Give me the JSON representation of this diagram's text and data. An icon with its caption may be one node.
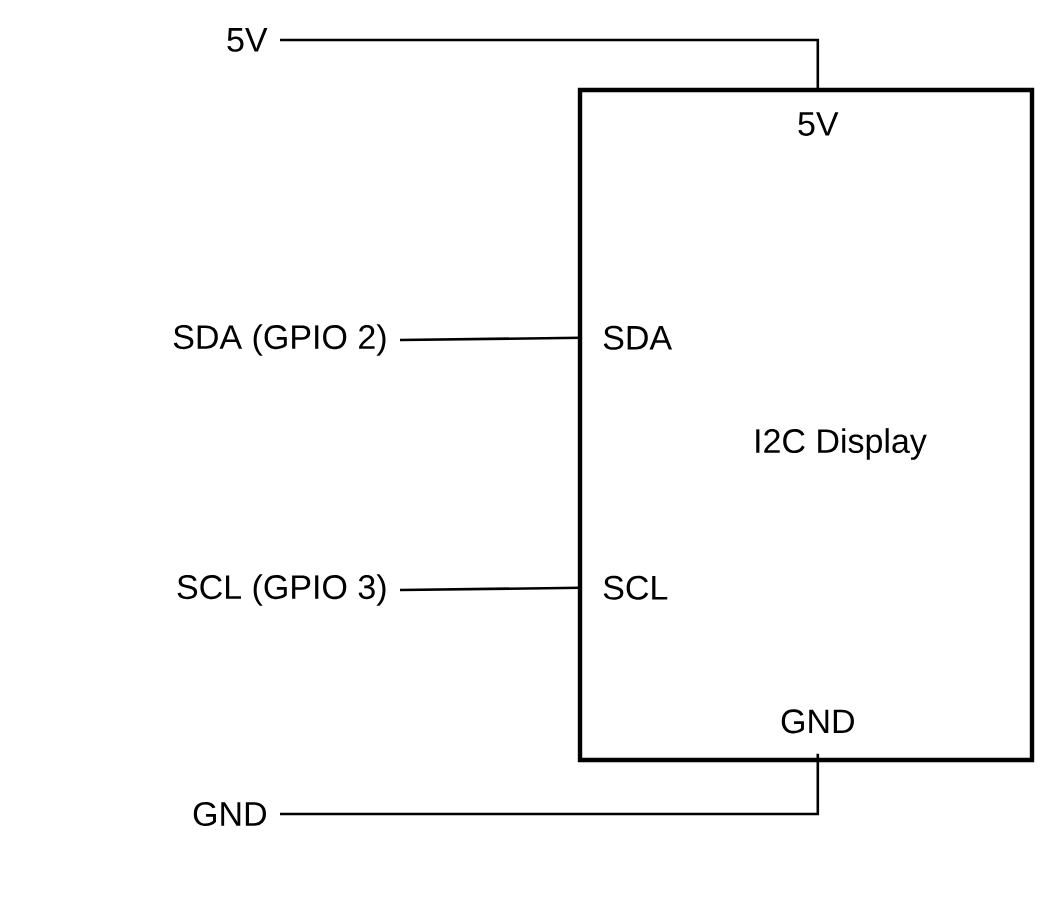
{
  "diagram": {
    "nodes": [
      {
        "text": [
          "I2C Display"
        ]
      },
      {
        "text": [
          "5V"
        ],
        "in": 0
      },
      {
        "text": [
          "SDA"
        ],
        "in": 0
      },
      {
        "text": [
          "SCL"
        ],
        "in": 0
      },
      {
        "text": [
          "GND"
        ],
        "in": 0
      },
      {
        "text": [
          "5V"
        ]
      },
      {
        "text": [
          "SDA (GPIO 2)"
        ]
      },
      {
        "text": [
          "SCL (GPIO 3)"
        ]
      },
      {
        "text": [
          "GND"
        ]
      }
    ],
    "edges": [
      {
        "from": 5,
        "to": 1,
        "arrow": "none"
      },
      {
        "from": 6,
        "to": 2,
        "arrow": "none"
      },
      {
        "from": 7,
        "to": 3,
        "arrow": "none"
      },
      {
        "from": 8,
        "to": 4,
        "arrow": "none"
      }
    ]
  }
}
